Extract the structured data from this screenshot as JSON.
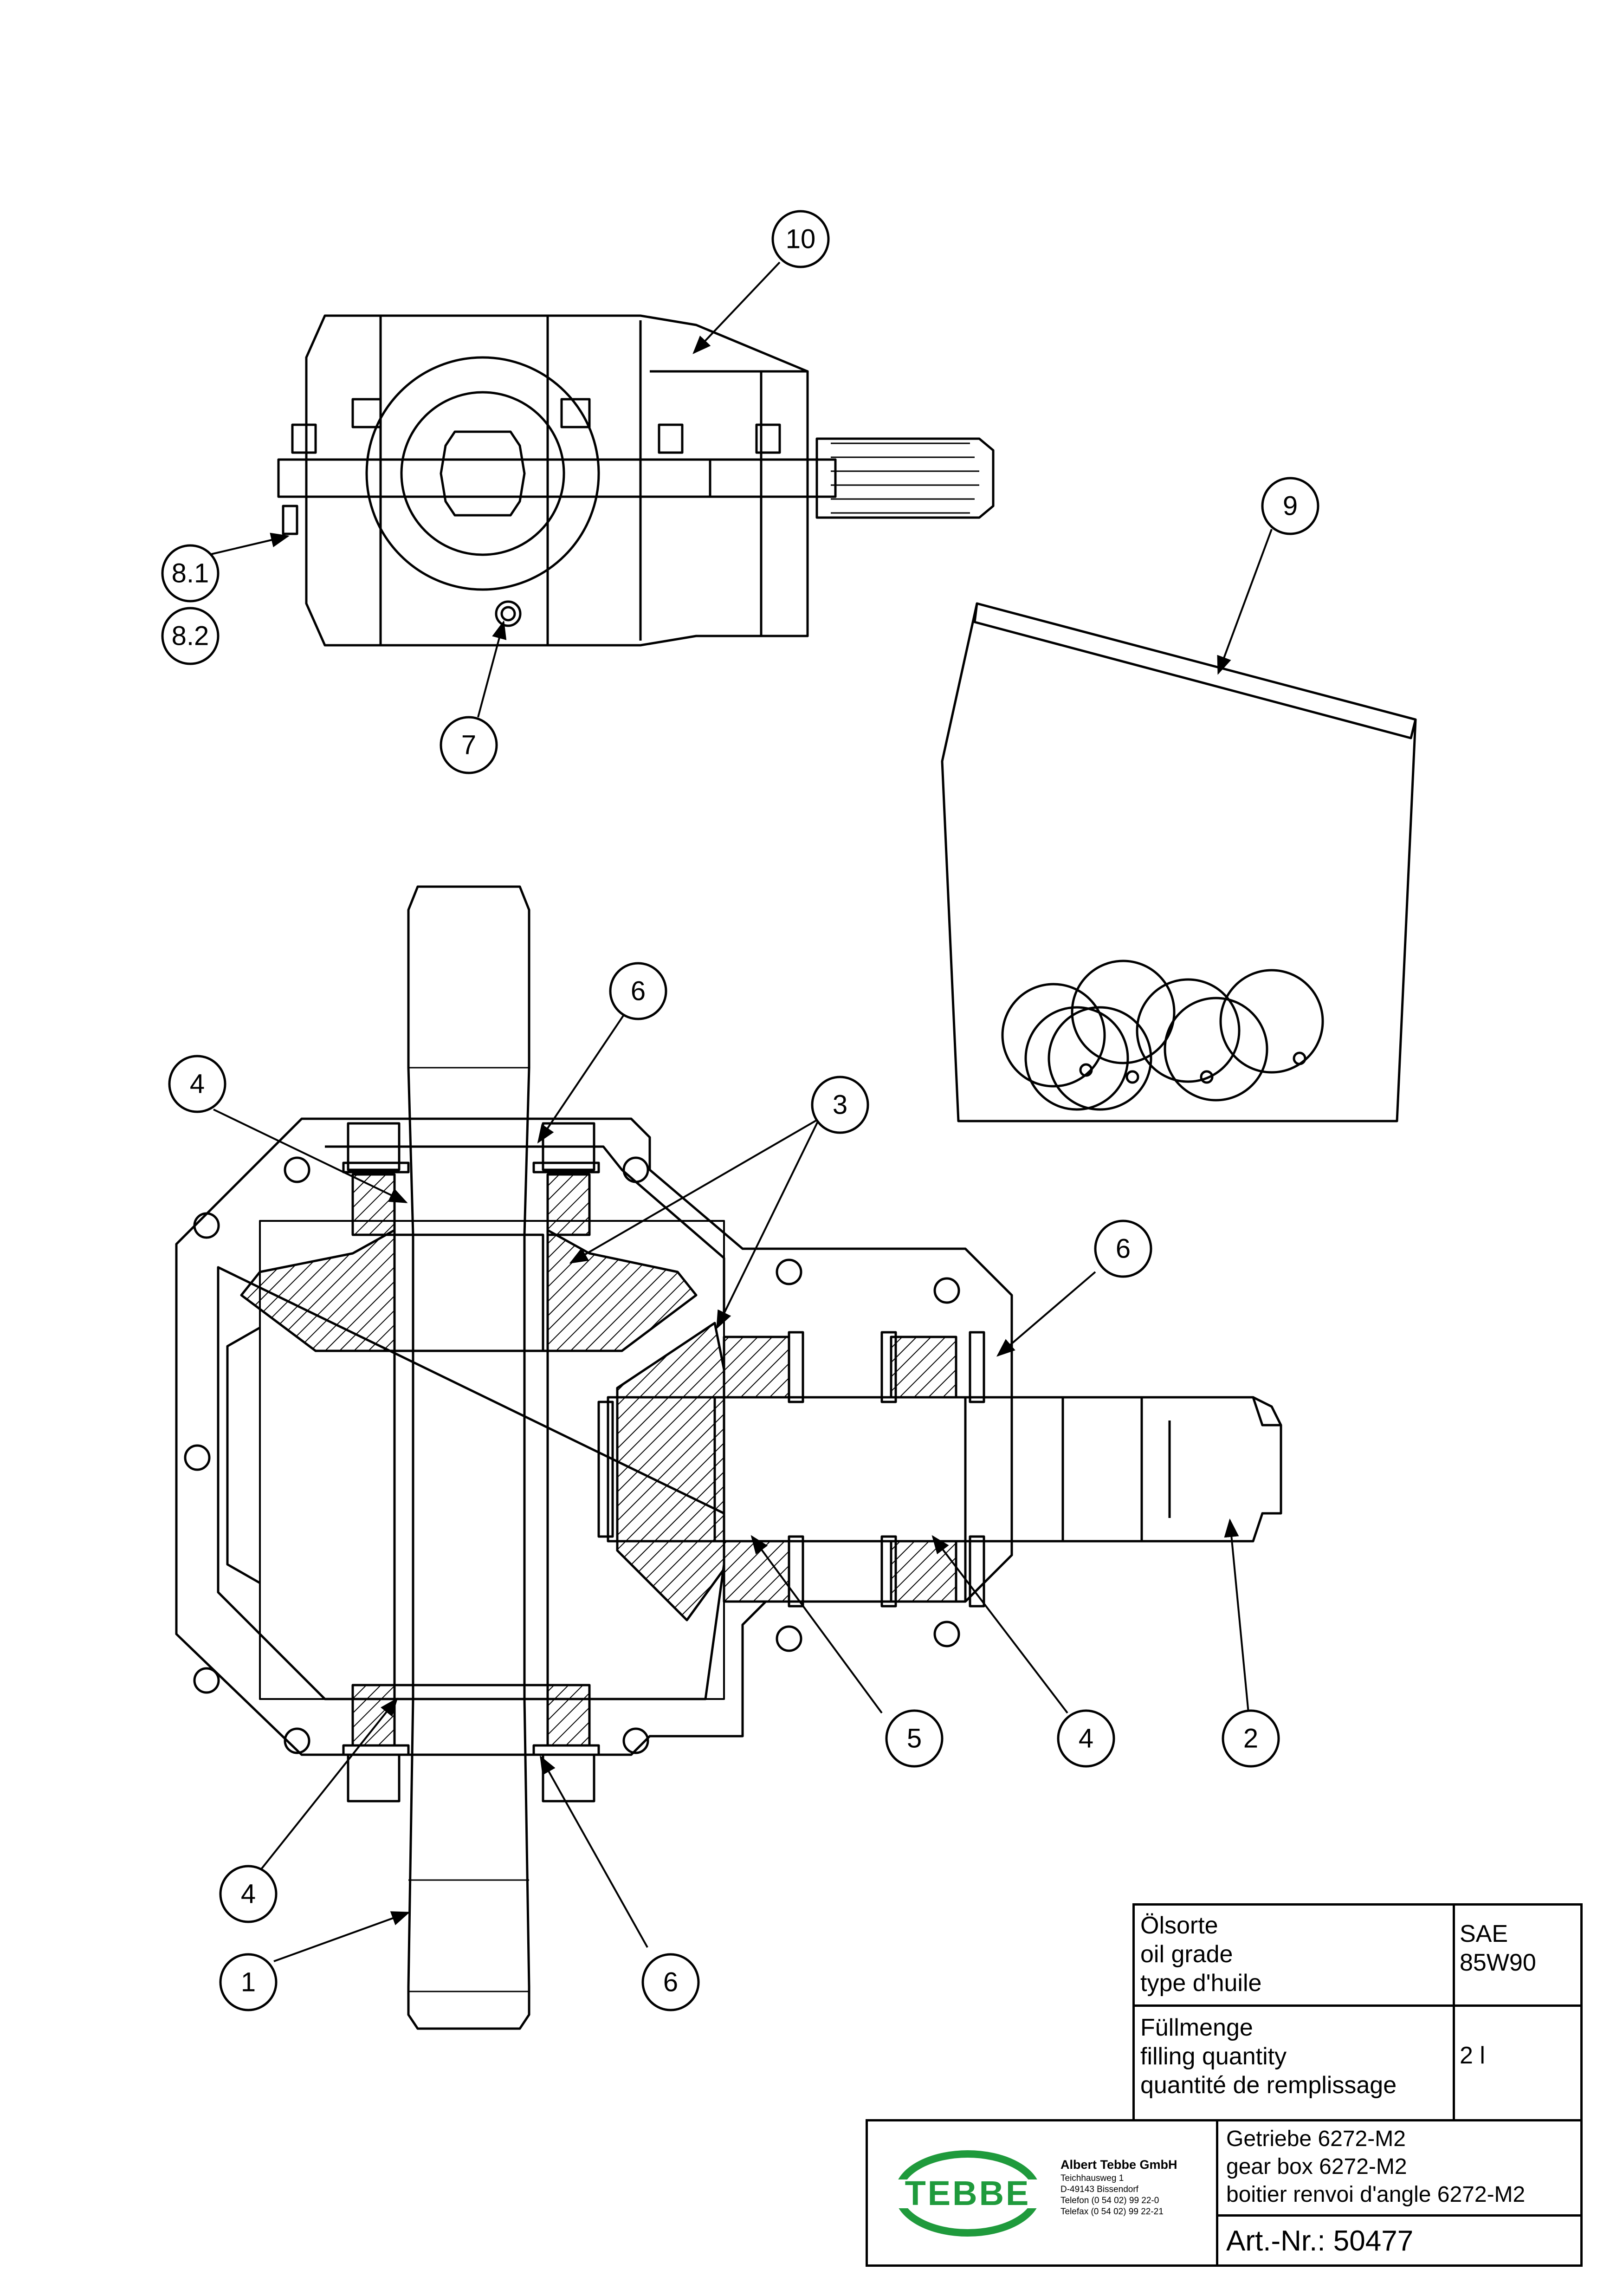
{
  "balloons": {
    "b1": "1",
    "b2": "2",
    "b3": "3",
    "b4a": "4",
    "b4b": "4",
    "b4c": "4",
    "b5": "5",
    "b6a": "6",
    "b6b": "6",
    "b6c": "6",
    "b7": "7",
    "b81": "8.1",
    "b82": "8.2",
    "b9": "9",
    "b10": "10"
  },
  "oil_table": {
    "grade_de": "Ölsorte",
    "grade_en": "oil grade",
    "grade_fr": "type d'huile",
    "grade_value_1": "SAE",
    "grade_value_2": "85W90",
    "fill_de": "Füllmenge",
    "fill_en": "filling quantity",
    "fill_fr": "quantité de remplissage",
    "fill_value": "2 l"
  },
  "title_block": {
    "logo_text": "TEBBE",
    "company_name": "Albert Tebbe GmbH",
    "street": "Teichhausweg 1",
    "city": "D-49143 Bissendorf",
    "phone": "Telefon (0 54 02) 99 22-0",
    "fax": "Telefax (0 54 02) 99 22-21",
    "title_de": "Getriebe 6272-M2",
    "title_en": "gear box 6272-M2",
    "title_fr": "boitier renvoi d'angle 6272-M2",
    "art_no": "Art.-Nr.: 50477"
  },
  "colors": {
    "logo_green": "#1f9a3c",
    "line": "#000000"
  }
}
